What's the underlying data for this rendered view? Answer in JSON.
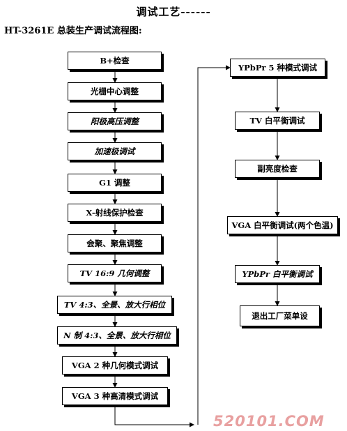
{
  "header": {
    "title": "调试工艺------",
    "subtitle": "HT-3261E 总装生产调试流程图:"
  },
  "left_steps": [
    "B+检查",
    "光栅中心调整",
    "阳极高压调整",
    "加速极调试",
    "G1 调整",
    "X-射线保护检查",
    "会聚、聚焦调整",
    "TV 16:9 几何调整",
    "TV 4:3、全景、放大行相位",
    "N 制 4:3、全景、放大行相位",
    "VGA 2 种几何模式调试",
    "VGA 3 种高清模式调试"
  ],
  "right_steps": [
    "YPbPr 5 种模式调试",
    "TV 白平衡调试",
    "副亮度检查",
    "VGA 白平衡调试(两个色温)",
    "YPbPr 白平衡调试",
    "退出工厂菜单设"
  ],
  "watermark": "520101.COM"
}
